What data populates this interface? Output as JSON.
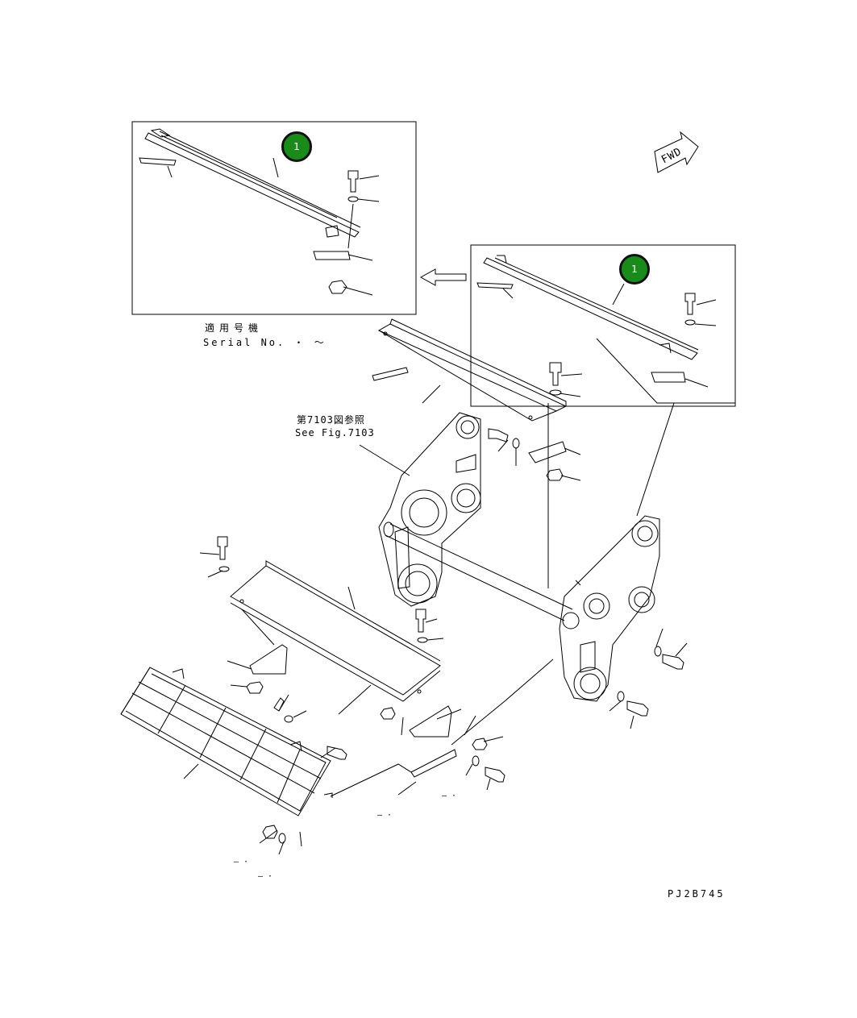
{
  "diagram": {
    "inset_note_jp": "適用号機",
    "inset_note_en": "Serial No.  ・ ～",
    "see_fig_jp": "第7103図参照",
    "see_fig_en": "See Fig.7103",
    "fwd_label": "FWD",
    "drawing_code": "PJ2B745",
    "callout_upper_left": "1",
    "callout_upper_right": "1",
    "dash_marks": [
      "— ·",
      "— ·",
      "— ·",
      "— ·"
    ]
  },
  "colors": {
    "callout_fill": "#1a8a1a",
    "line": "#000000"
  },
  "icons": {
    "fwd": "fwd-arrow-icon",
    "direction": "left-arrow-icon"
  }
}
